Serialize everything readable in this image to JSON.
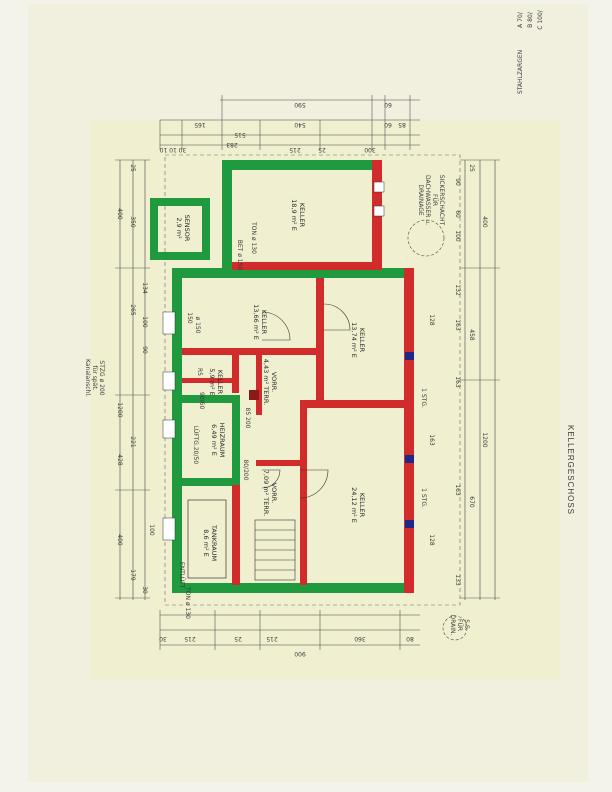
{
  "drawing": {
    "floor_title": "KELLERGESCHOSS",
    "stahlzargen_title": "STAHLZARGEN",
    "stahlzargen_a": "A 70/",
    "stahlzargen_b": "B 80/",
    "stahlzargen_c": "C 100/"
  },
  "rooms": {
    "keller_top": {
      "name": "KELLER",
      "area": "18,9 m² E"
    },
    "sensor": {
      "name": "SENSOR",
      "area": "2,9 m²"
    },
    "keller_a": {
      "name": "KELLER",
      "area": "13,66 m² E"
    },
    "keller_b": {
      "name": "KELLER",
      "area": "13,74 m² E"
    },
    "keller_small": {
      "name": "KELLER",
      "area": "5,9 m² E"
    },
    "vorr_1": {
      "name": "VORR.",
      "area": "4,43 m² TERR."
    },
    "heizraum": {
      "name": "HEIZRAUM",
      "area": "6,49 m² E"
    },
    "vorr_2": {
      "name": "VORR.",
      "area": "7,09 m² TERR."
    },
    "keller_c": {
      "name": "KELLER",
      "area": "24,12 m² E"
    },
    "tankraum": {
      "name": "TANKRAUM",
      "area": "8,6 m² E"
    }
  },
  "notes": {
    "sickerschacht_1": "SICKERSCHACHT",
    "sickerschacht_2": "FÜR",
    "sickerschacht_3": "DACHWASSER u.",
    "sickerschacht_4": "DRAINAGE",
    "sickerschacht_short_1": "S.S.",
    "sickerschacht_short_2": "FÜR",
    "sickerschacht_short_3": "DRAIN.",
    "ton_top": "TON ø 130",
    "bet_top": "BET ø 150",
    "ton_bottom": "TON ø 130",
    "stzg_1": "STZG ø 200",
    "stzg_2": "für spät.",
    "stzg_3": "Kanalanschl.",
    "luftung": "LÜFTG.20/50",
    "entluft": "ENTLÜFT",
    "stg": "1 STG.",
    "stg_b": "1 STG.",
    "pipe": "ø 150",
    "r5": "R5",
    "w_80_200": "80/200",
    "w_85_200": "85 200",
    "w_90_60": "90/60"
  },
  "dimensions": {
    "top_total": "590",
    "top_60a": "60",
    "top_540": "540",
    "top_85a": "85",
    "top_60b": "60",
    "top_165": "165",
    "top_515": "515",
    "top_283": "283",
    "top_25a": "25",
    "top_215": "215",
    "top_300": "300",
    "top_301010": "30 10 10",
    "left_1200": "1200",
    "left_400": "400",
    "left_350": "350",
    "left_25": "25",
    "left_265": "265",
    "left_428": "428",
    "left_221": "221",
    "left_179": "179",
    "left_400b": "400",
    "left_134": "134",
    "left_100": "100",
    "left_90": "90",
    "left_30": "30",
    "right_1200": "1200",
    "right_400": "400",
    "right_458": "458",
    "right_670": "670",
    "right_132": "132",
    "right_163a": "163",
    "right_163b": "163",
    "right_163c": "163",
    "right_133": "133",
    "right_100": "100",
    "right_60": "60",
    "right_90": "90",
    "right_25": "25",
    "bot_900": "900",
    "bot_360": "360",
    "bot_215a": "215",
    "bot_25": "25",
    "bot_215b": "215",
    "bot_30": "30",
    "bot_80": "80",
    "in_128a": "128",
    "in_128b": "128",
    "in_163": "163",
    "in_150": "150",
    "in_100": "100"
  }
}
